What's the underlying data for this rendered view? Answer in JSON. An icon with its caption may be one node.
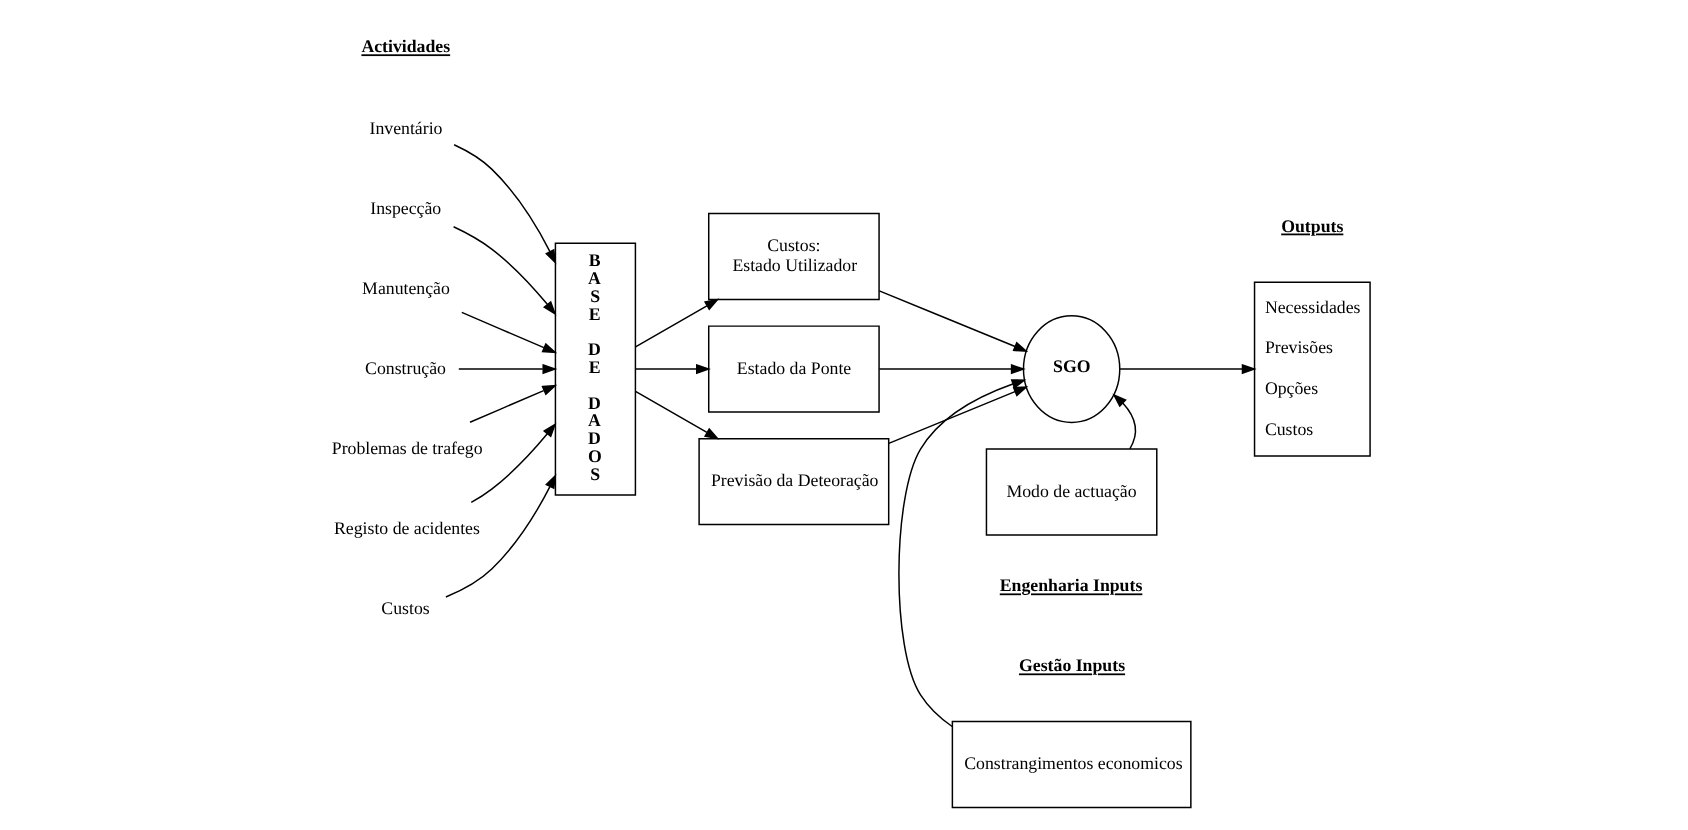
{
  "diagram": {
    "nodes": [
      {
        "text": [
          "Inventário"
        ]
      },
      {
        "text": [
          "Inspecção"
        ]
      },
      {
        "text": [
          "Manutenção"
        ]
      },
      {
        "text": [
          "Construção"
        ]
      },
      {
        "text": [
          "Problemas de trafego"
        ]
      },
      {
        "text": [
          "Registo de acidentes"
        ]
      },
      {
        "text": [
          "Custos"
        ]
      },
      {
        "text": [
          "BASE DE DADOS"
        ]
      },
      {
        "text": [
          "Custos:",
          "Estado Utilizador"
        ]
      },
      {
        "text": [
          "Estado da Ponte"
        ]
      },
      {
        "text": [
          "Previsão da Deteoração"
        ]
      },
      {
        "text": [
          "Constrangimentos economicos"
        ]
      },
      {
        "text": [
          "SGO"
        ]
      },
      {
        "text": [
          "Modo de actuação"
        ]
      },
      {
        "text": [
          "Necessidades",
          "Previsões",
          "Opções",
          "Custos"
        ]
      }
    ],
    "edges": [
      {
        "from": 0,
        "to": 7,
        "arrow": "to"
      },
      {
        "from": 1,
        "to": 7,
        "arrow": "to"
      },
      {
        "from": 2,
        "to": 7,
        "arrow": "to"
      },
      {
        "from": 3,
        "to": 7,
        "arrow": "to"
      },
      {
        "from": 4,
        "to": 7,
        "arrow": "to"
      },
      {
        "from": 5,
        "to": 7,
        "arrow": "to"
      },
      {
        "from": 6,
        "to": 7,
        "arrow": "to"
      },
      {
        "from": 7,
        "to": 8,
        "arrow": "to"
      },
      {
        "from": 7,
        "to": 9,
        "arrow": "to"
      },
      {
        "from": 7,
        "to": 10,
        "arrow": "to"
      },
      {
        "from": 8,
        "to": 12,
        "arrow": "to"
      },
      {
        "from": 9,
        "to": 12,
        "arrow": "to"
      },
      {
        "from": 10,
        "to": 12,
        "arrow": "to"
      },
      {
        "from": 11,
        "to": 12,
        "arrow": "to"
      },
      {
        "from": 13,
        "to": 12,
        "arrow": "to"
      },
      {
        "from": 12,
        "to": 14,
        "arrow": "to"
      }
    ],
    "labels": [
      "Actividades",
      "Gestão Inputs",
      "Outputs",
      "Engenharia Inputs"
    ]
  }
}
